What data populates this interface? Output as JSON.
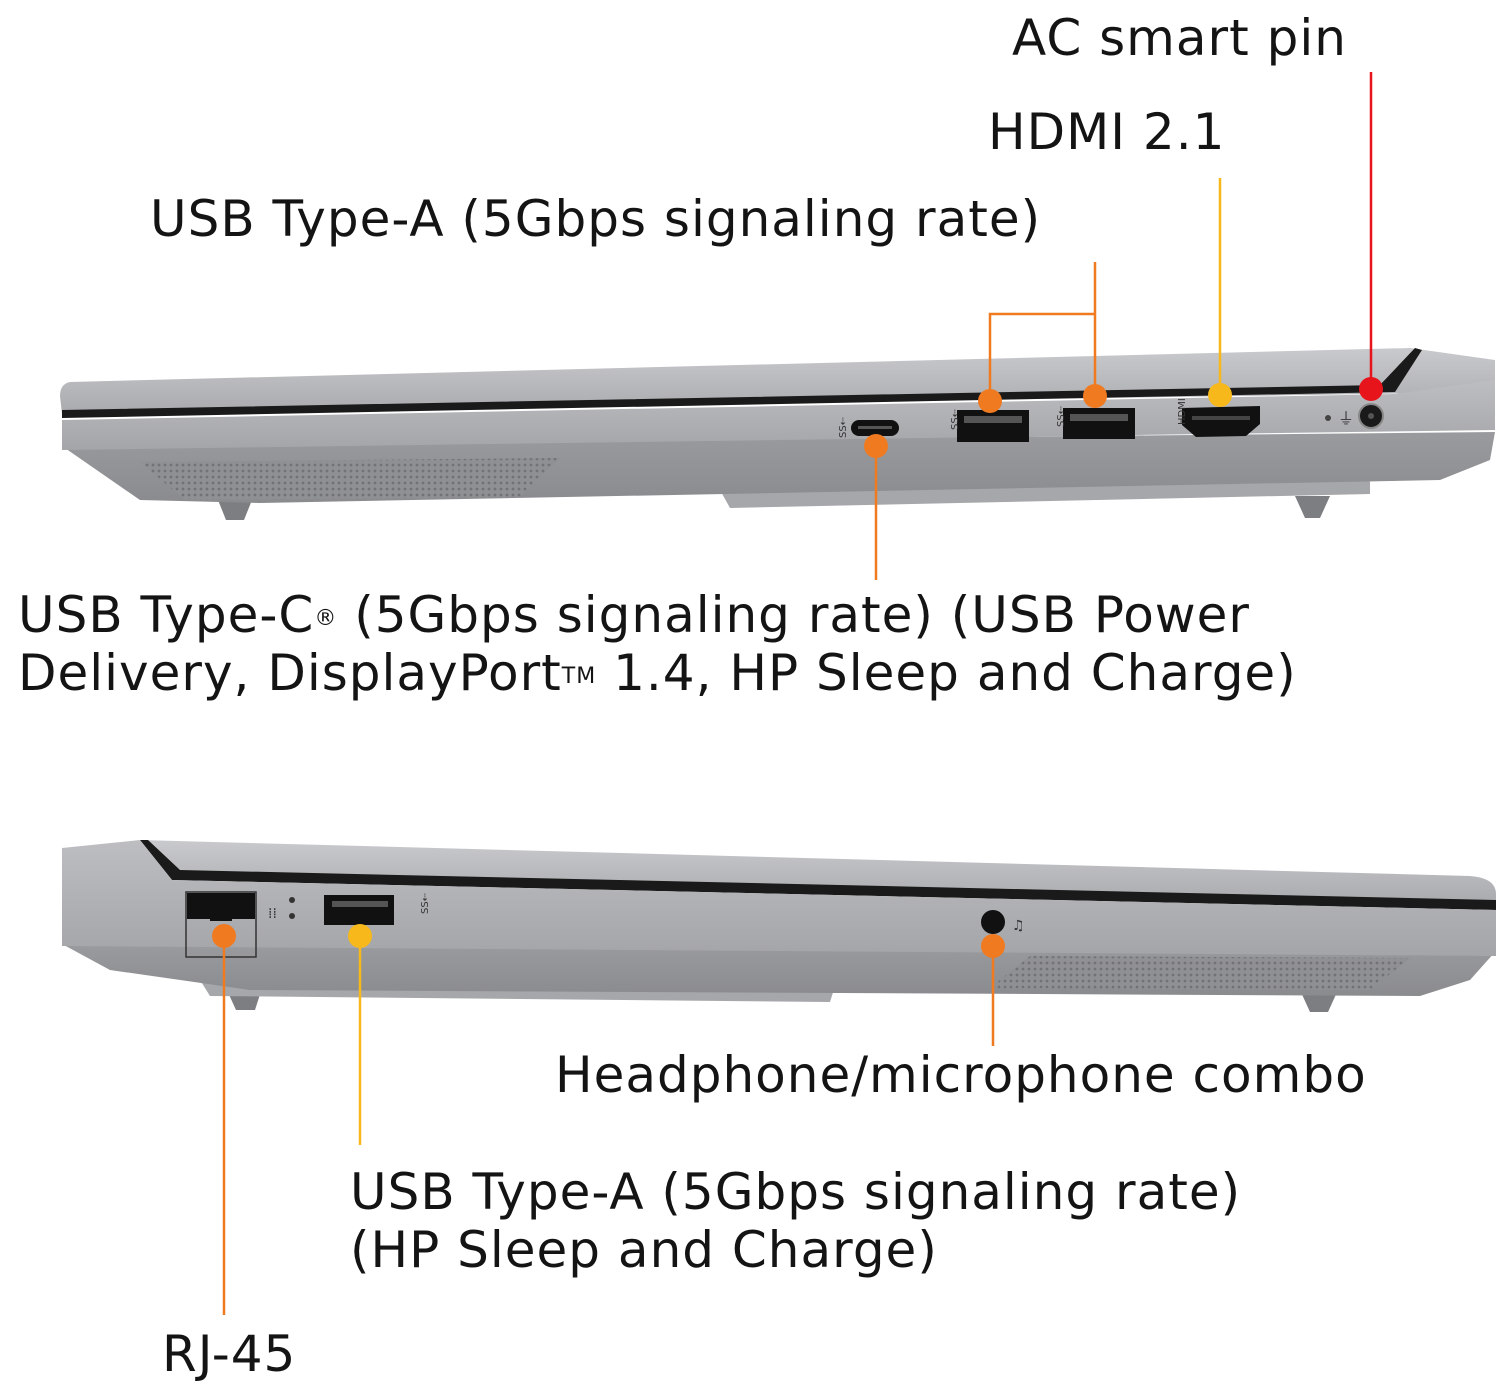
{
  "title": "Laptop ports diagram",
  "right_side": {
    "labels": {
      "ac_pin": "AC smart pin",
      "hdmi": "HDMI 2.1",
      "usb_a": "USB Type-A (5Gbps signaling rate)",
      "usb_c_line1": "USB Type-C",
      "usb_c_reg": "®",
      "usb_c_line1_rest": " (5Gbps signaling rate) (USB Power",
      "usb_c_line2_a": "Delivery, DisplayPort",
      "usb_c_tm": "TM",
      "usb_c_line2_b": " 1.4, HP Sleep and Charge)"
    },
    "port_marks": {
      "hdmi": "HDMI"
    }
  },
  "left_side": {
    "labels": {
      "headphone": "Headphone/microphone combo",
      "usb_a_line1": "USB Type-A (5Gbps signaling rate)",
      "usb_a_line2": "(HP Sleep and Charge)",
      "rj45": "RJ-45"
    }
  },
  "colors": {
    "red": "#e8141c",
    "orange": "#f07a20",
    "amber": "#f5a623",
    "yellow": "#f7b81c",
    "chassis_light": "#b9babd",
    "chassis_mid": "#a3a4a7",
    "chassis_dark": "#8e8f92",
    "port_black": "#111111"
  }
}
